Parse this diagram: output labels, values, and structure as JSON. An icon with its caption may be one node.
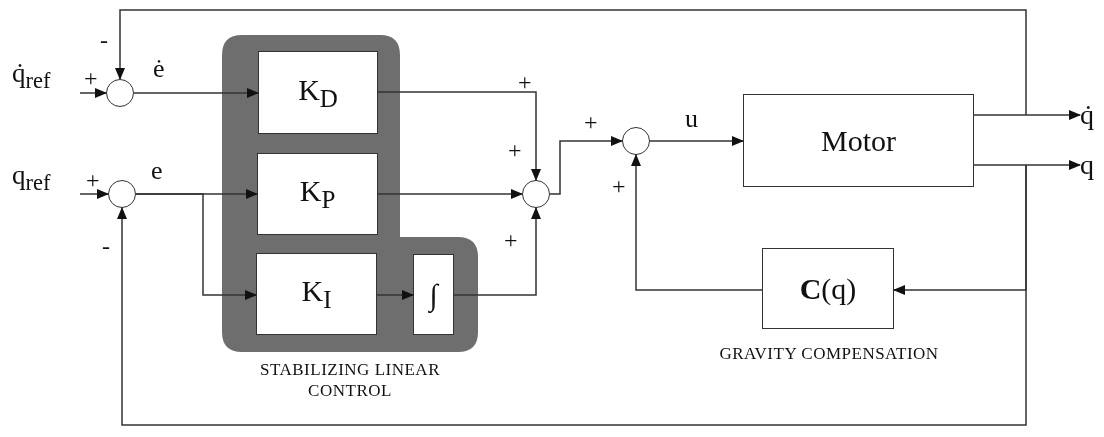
{
  "diagram": {
    "nodes": [
      {
        "text": [
          "STABILIZING LINEAR CONTROL"
        ]
      },
      {
        "text": [],
        "shape": "circle"
      },
      {
        "text": [],
        "shape": "circle"
      },
      {
        "text": [
          "K$_{D}$"
        ],
        "in": 0
      },
      {
        "text": [
          "K$_{P}$"
        ],
        "in": 0
      },
      {
        "text": [
          "K$_{I}$"
        ],
        "in": 0
      },
      {
        "text": [
          "∫"
        ],
        "in": 0
      },
      {
        "text": [],
        "shape": "circle"
      },
      {
        "text": [],
        "shape": "circle"
      },
      {
        "text": [
          "Motor"
        ]
      },
      {
        "text": [
          "**C**(q)"
        ],
        "beside": [
          "GRAVITY COMPENSATION"
        ]
      },
      {
        "text": [
          "q̇"
        ]
      },
      {
        "text": [
          "q"
        ]
      },
      {
        "text": [
          "q̇$_{ref}$"
        ]
      },
      {
        "text": [
          "q$_{ref}$"
        ]
      }
    ],
    "edges": [
      {
        "from": 13,
        "to": 1,
        "arrow": "to"
      },
      {
        "from": 14,
        "to": 2,
        "arrow": "to"
      },
      {
        "from": 1,
        "to": 3,
        "arrow": "to",
        "label": "ė"
      },
      {
        "from": 2,
        "to": 4,
        "arrow": "to",
        "label": "e"
      },
      {
        "from": 2,
        "to": 5,
        "arrow": "to"
      },
      {
        "from": 3,
        "to": 7,
        "arrow": "to"
      },
      {
        "from": 4,
        "to": 7,
        "arrow": "to"
      },
      {
        "from": 5,
        "to": 6,
        "arrow": "to"
      },
      {
        "from": 6,
        "to": 7,
        "arrow": "to"
      },
      {
        "from": 7,
        "to": 8,
        "arrow": "to"
      },
      {
        "from": 8,
        "to": 9,
        "arrow": "to",
        "label": "u"
      },
      {
        "from": 9,
        "to": 11,
        "arrow": "to"
      },
      {
        "from": 9,
        "to": 12,
        "arrow": "to"
      },
      {
        "from": 9,
        "to": 1,
        "arrow": "to"
      },
      {
        "from": 9,
        "to": 2,
        "arrow": "to"
      },
      {
        "from": 9,
        "to": 10,
        "arrow": "to"
      },
      {
        "from": 10,
        "to": 8,
        "arrow": "to"
      }
    ],
    "labels": [
      "-",
      "+",
      "+",
      "-",
      "+",
      "+",
      "+",
      "+",
      "+"
    ]
  }
}
